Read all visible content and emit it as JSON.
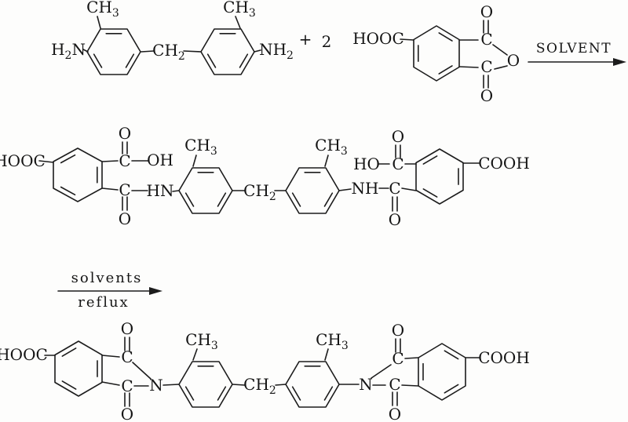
{
  "scheme": {
    "plus": "+",
    "coefficient": "2",
    "step1_arrow_label": "SOLVENT",
    "step2_arrow_label_top": "solvents",
    "step2_arrow_label_bottom": "reflux",
    "atoms": {
      "H": "H",
      "C": "C",
      "N": "N",
      "O": "O",
      "CH": "CH",
      "NH": "NH",
      "HN": "HN",
      "HO": "HO",
      "OH": "OH",
      "HOOC": "HOOC",
      "COOH": "COOH",
      "sub2": "2",
      "sub3": "3"
    }
  }
}
